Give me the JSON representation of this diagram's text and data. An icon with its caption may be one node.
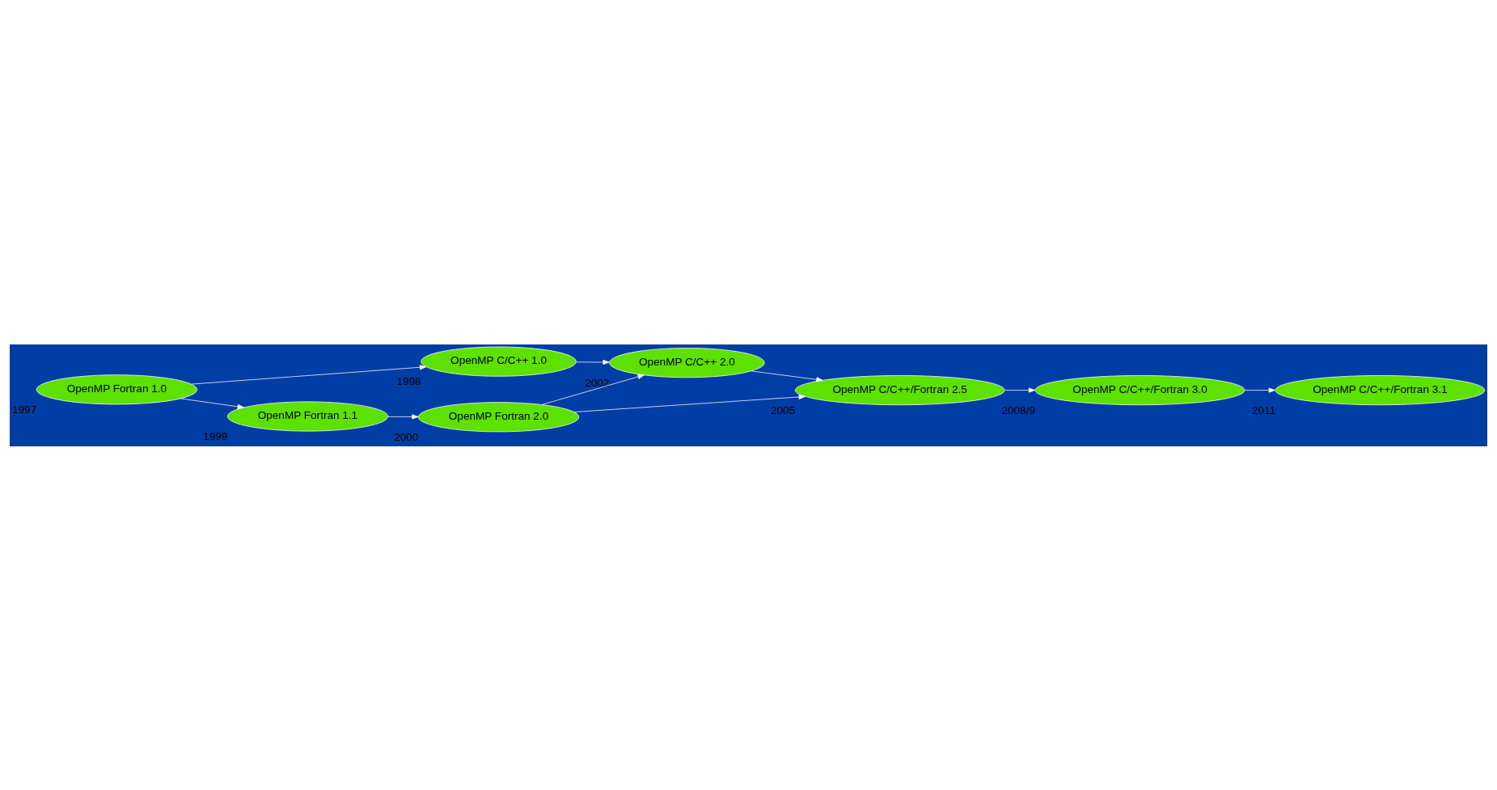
{
  "diagram": {
    "nodes": [
      {
        "text": [
          "OpenMP Fortran 1.0"
        ],
        "beside": [
          "1997"
        ]
      },
      {
        "text": [
          "OpenMP C/C++ 1.0"
        ],
        "beside": [
          "1998"
        ]
      },
      {
        "text": [
          "OpenMP Fortran 1.1"
        ],
        "beside": [
          "1999"
        ]
      },
      {
        "text": [
          "OpenMP Fortran 2.0"
        ],
        "beside": [
          "2000"
        ]
      },
      {
        "text": [
          "OpenMP C/C++ 2.0"
        ],
        "beside": [
          "2002"
        ]
      },
      {
        "text": [
          "OpenMP C/C++/Fortran 2.5"
        ],
        "beside": [
          "2005"
        ]
      },
      {
        "text": [
          "OpenMP C/C++/Fortran 3.0"
        ],
        "beside": [
          "2008/9"
        ]
      },
      {
        "text": [
          "OpenMP C/C++/Fortran 3.1"
        ],
        "beside": [
          "2011"
        ]
      }
    ],
    "edges": [
      {
        "from": 0,
        "to": 1,
        "arrow": "to"
      },
      {
        "from": 0,
        "to": 2,
        "arrow": "to"
      },
      {
        "from": 1,
        "to": 4,
        "arrow": "to"
      },
      {
        "from": 2,
        "to": 3,
        "arrow": "to"
      },
      {
        "from": 3,
        "to": 4,
        "arrow": "to"
      },
      {
        "from": 3,
        "to": 5,
        "arrow": "to"
      },
      {
        "from": 4,
        "to": 5,
        "arrow": "to"
      },
      {
        "from": 5,
        "to": 6,
        "arrow": "to"
      },
      {
        "from": 6,
        "to": 7,
        "arrow": "to"
      }
    ]
  }
}
